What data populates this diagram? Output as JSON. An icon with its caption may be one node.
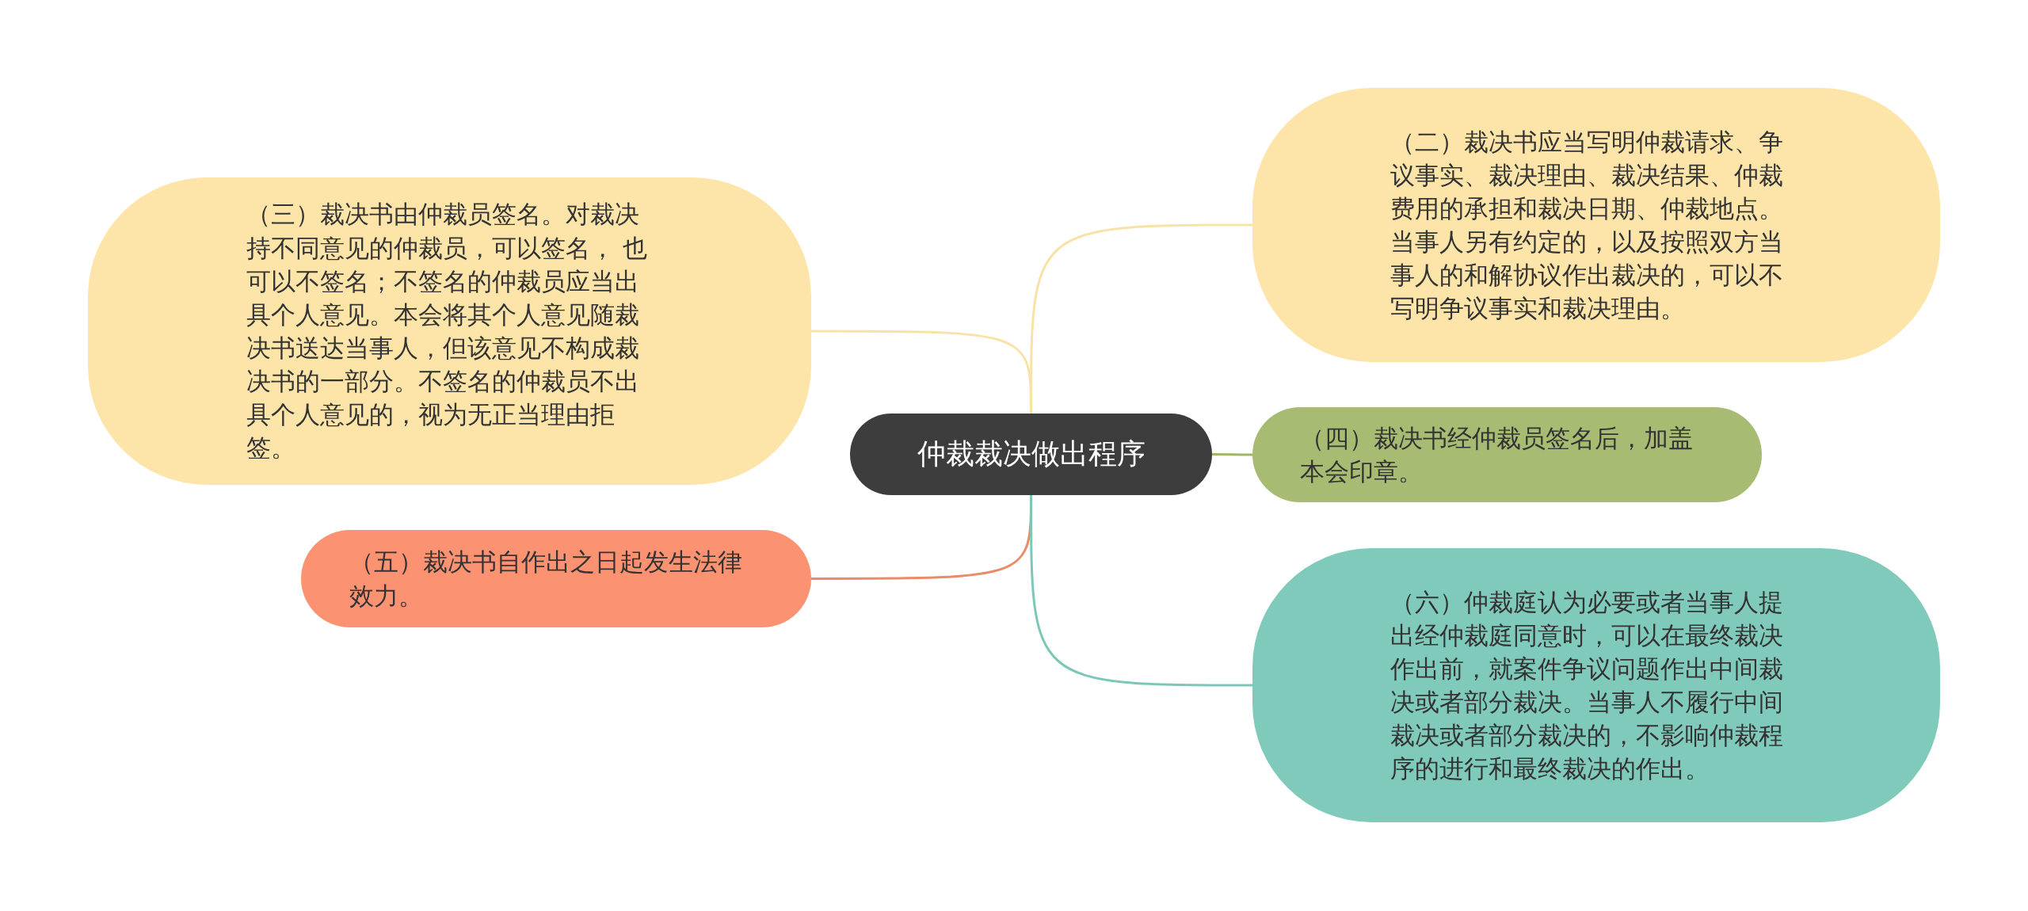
{
  "diagram": {
    "nodes": [
      {
        "text": [
          "仲裁裁决做出程序"
        ]
      },
      {
        "text": [
          "（三）裁决书由仲裁员签名。对裁决持不同意见的仲裁员，可以签名， 也可以不签名；不签名的仲裁员应当出具个人意见。本会将其个人意见随裁决书送达当事人，但该意见不构成裁决书的一部分。不签名的仲裁员不出具个人意见的，视为无正当理由拒签。"
        ]
      },
      {
        "text": [
          "（五）裁决书自作出之日起发生法律效力。"
        ]
      },
      {
        "text": [
          "（二）裁决书应当写明仲裁请求、争议事实、裁决理由、裁决结果、仲裁费用的承担和裁决日期、仲裁地点。当事人另有约定的，以及按照双方当事人的和解协议作出裁决的，可以不写明争议事实和裁决理由。"
        ]
      },
      {
        "text": [
          "（四）裁决书经仲裁员签名后，加盖本会印章。"
        ]
      },
      {
        "text": [
          "（六）仲裁庭认为必要或者当事人提出经仲裁庭同意时，可以在最终裁决作出前，就案件争议问题作出中间裁决或者部分裁决。当事人不履行中间裁决或者部分裁决的，不影响仲裁程序的进行和最终裁决的作出。"
        ]
      }
    ],
    "edges": [
      {
        "from": 0,
        "to": 1,
        "arrow": "none",
        "color": "#f9e2a8"
      },
      {
        "from": 0,
        "to": 2,
        "arrow": "none",
        "color": "#ea8b6a"
      },
      {
        "from": 0,
        "to": 3,
        "arrow": "none",
        "color": "#f9e2a8"
      },
      {
        "from": 0,
        "to": 4,
        "arrow": "none",
        "color": "#9fb56a"
      },
      {
        "from": 0,
        "to": 5,
        "arrow": "none",
        "color": "#7cc8b8"
      }
    ]
  }
}
